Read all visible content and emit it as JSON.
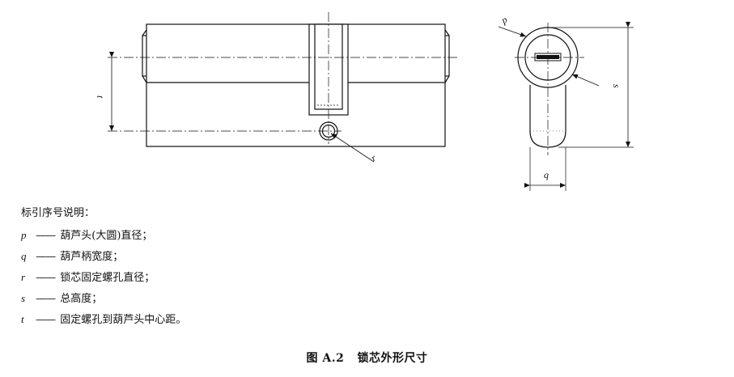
{
  "drawing_labels": {
    "t": "t",
    "r": "r",
    "p": "p",
    "s": "s",
    "q": "q"
  },
  "legend": {
    "title": "标引序号说明：",
    "dash": "——",
    "items": [
      {
        "symbol": "p",
        "text": "葫芦头(大圆)直径；"
      },
      {
        "symbol": "q",
        "text": "葫芦柄宽度；"
      },
      {
        "symbol": "r",
        "text": "锁芯固定螺孔直径；"
      },
      {
        "symbol": "s",
        "text": "总高度；"
      },
      {
        "symbol": "t",
        "text": "固定螺孔到葫芦头中心距。"
      }
    ]
  },
  "caption": "图 A.2   锁芯外形尺寸"
}
